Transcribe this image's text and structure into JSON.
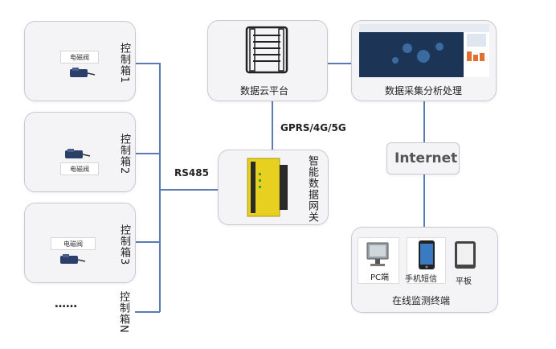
{
  "control_boxes": [
    {
      "valve_label": "电磁阀",
      "title": "控制箱1"
    },
    {
      "valve_label": "电磁阀",
      "title": "控制箱2"
    },
    {
      "valve_label": "电磁阀",
      "title": "控制箱3"
    }
  ],
  "ellipsis": "……",
  "last_box_title": "控制箱N",
  "rs485": "RS485",
  "gateway": {
    "title": "智能数据网关"
  },
  "cloud": {
    "title": "数据云平台"
  },
  "gprs": "GPRS/4G/5G",
  "analysis": {
    "title": "数据采集分析处理"
  },
  "internet": "Internet",
  "terminals": {
    "title": "在线监测终端",
    "devices": [
      {
        "label": "PC端"
      },
      {
        "label": "手机短信"
      },
      {
        "label": "平板"
      }
    ]
  },
  "colors": {
    "line": "#5a7bb5",
    "box_bg": "#f4f4f7",
    "box_border": "#c9c9d6",
    "gateway_yellow": "#e8d020"
  }
}
